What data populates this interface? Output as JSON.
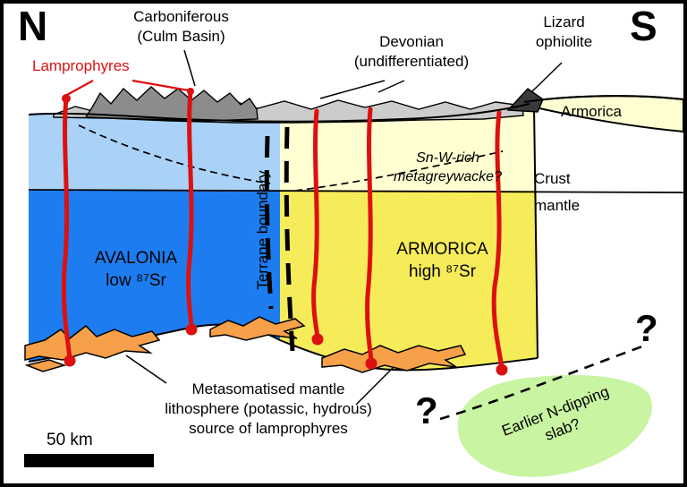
{
  "compass": {
    "north": "N",
    "south": "S"
  },
  "labels": {
    "carboniferous_1": "Carboniferous",
    "carboniferous_2": "(Culm Basin)",
    "lamprophyres": "Lamprophyres",
    "devonian_1": "Devonian",
    "devonian_2": "(undifferentiated)",
    "lizard_1": "Lizard",
    "lizard_2": "ophiolite",
    "armorica_wedge": "Armorica",
    "snw_1": "Sn-W-rich",
    "snw_2": "metagreywacke?",
    "crust": "Crust",
    "mantle": "mantle",
    "terrane_boundary": "Terrane boundary",
    "avalonia_1": "AVALONIA",
    "avalonia_2": "low ⁸⁷Sr",
    "armorica_1": "ARMORICA",
    "armorica_2": "high ⁸⁷Sr",
    "meta_1": "Metasomatised mantle",
    "meta_2": "lithosphere (potassic, hydrous)",
    "meta_3": "source of lamprophyres",
    "slab_1": "Earlier N-dipping",
    "slab_2": "slab?",
    "question_left": "?",
    "question_right": "?",
    "scale_bar": "50 km"
  },
  "colors": {
    "avalonia_crust": "#a9d2f6",
    "avalonia_mantle": "#1d7df0",
    "armorica_crust": "#ffffd2",
    "armorica_mantle": "#f6ec5a",
    "slab_green": "#c9f4a1",
    "metasomatised_orange": "#f6a04a",
    "lamprophyre_red": "#dd1010",
    "culm_gray": "#8c8c8c",
    "surface_gray": "#cccccc",
    "lizard_dark": "#3a3a3a"
  }
}
